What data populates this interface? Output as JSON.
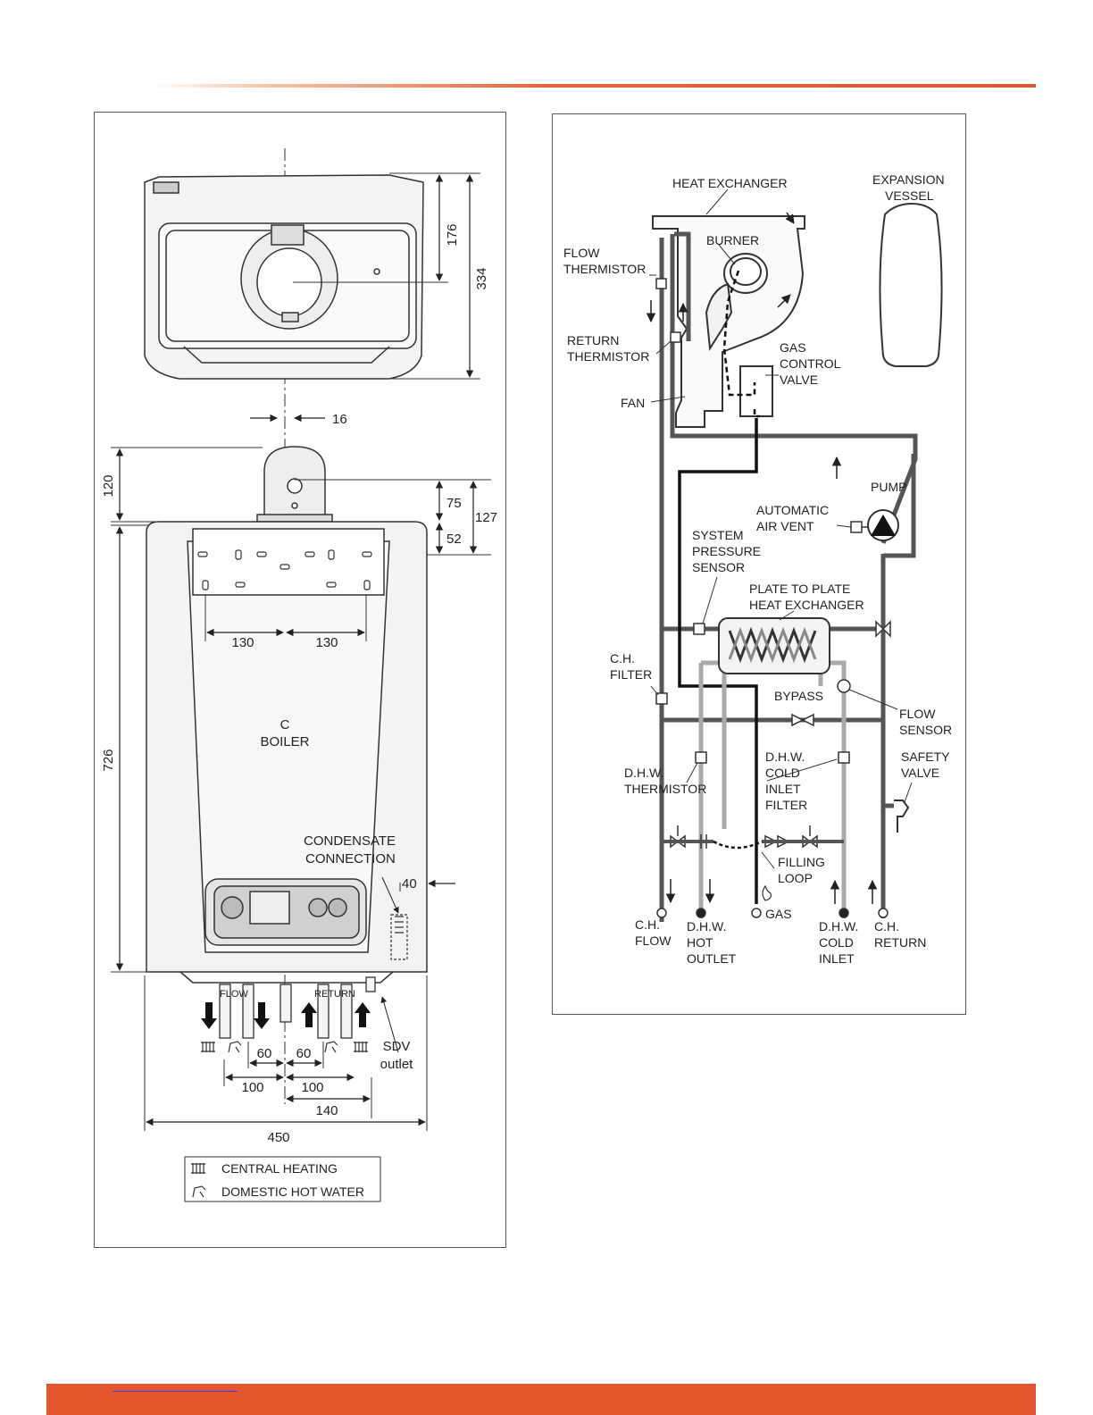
{
  "dimensions_drawing": {
    "dims": {
      "top_depth_short": "176",
      "top_depth_total": "334",
      "flue_offset": "16",
      "flue_height": "120",
      "flue_to_bracket": "75",
      "bracket_to_top": "52",
      "flue_total": "127",
      "boiler_height": "726",
      "bracket_left": "130",
      "bracket_right": "130",
      "condensate_offset": "40",
      "pipe_left_60": "60",
      "pipe_right_60": "60",
      "pipe_left_100": "100",
      "pipe_right_100": "100",
      "pipe_140": "140",
      "boiler_width": "450"
    },
    "labels": {
      "centerline_symbol": "C",
      "boiler": "BOILER",
      "condensate_line1": "CONDENSATE",
      "condensate_line2": "CONNECTION",
      "flow": "FLOW",
      "return": "RETURN",
      "sdv_line1": "SDV",
      "sdv_line2": "outlet"
    },
    "legend": [
      {
        "icon": "radiator-icon",
        "label": "CENTRAL HEATING"
      },
      {
        "icon": "tap-icon",
        "label": "DOMESTIC HOT WATER"
      }
    ]
  },
  "schematic": {
    "labels": {
      "heat_exchanger": "HEAT EXCHANGER",
      "expansion_1": "EXPANSION",
      "expansion_2": "VESSEL",
      "burner": "BURNER",
      "flow_therm_1": "FLOW",
      "flow_therm_2": "THERMISTOR",
      "return_therm_1": "RETURN",
      "return_therm_2": "THERMISTOR",
      "gas_valve_1": "GAS",
      "gas_valve_2": "CONTROL",
      "gas_valve_3": "VALVE",
      "fan": "FAN",
      "pump": "PUMP",
      "air_vent_1": "AUTOMATIC",
      "air_vent_2": "AIR VENT",
      "sys_press_1": "SYSTEM",
      "sys_press_2": "PRESSURE",
      "sys_press_3": "SENSOR",
      "ptp_1": "PLATE TO PLATE",
      "ptp_2": "HEAT EXCHANGER",
      "ch_filter_1": "C.H.",
      "ch_filter_2": "FILTER",
      "bypass": "BYPASS",
      "flow_sensor_1": "FLOW",
      "flow_sensor_2": "SENSOR",
      "dhw_therm_1": "D.H.W.",
      "dhw_therm_2": "THERMISTOR",
      "dhw_cold_filter_1": "D.H.W.",
      "dhw_cold_filter_2": "COLD",
      "dhw_cold_filter_3": "INLET",
      "dhw_cold_filter_4": "FILTER",
      "safety_1": "SAFETY",
      "safety_2": "VALVE",
      "filling_1": "FILLING",
      "filling_2": "LOOP",
      "ch_flow_1": "C.H.",
      "ch_flow_2": "FLOW",
      "dhw_hot_1": "D.H.W.",
      "dhw_hot_2": "HOT",
      "dhw_hot_3": "OUTLET",
      "gas": "GAS",
      "dhw_cold_1": "D.H.W.",
      "dhw_cold_2": "COLD",
      "dhw_cold_3": "INLET",
      "ch_return_1": "C.H.",
      "ch_return_2": "RETURN"
    }
  }
}
